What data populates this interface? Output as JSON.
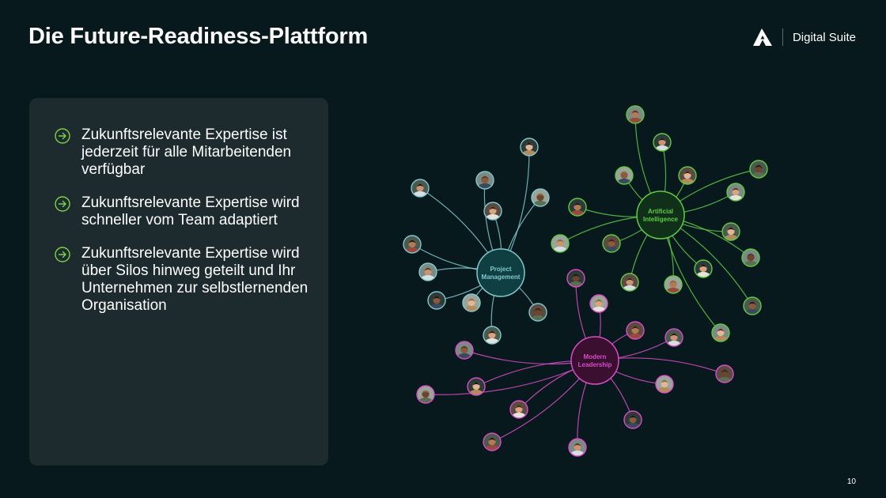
{
  "slide": {
    "title": "Die Future-Readiness-Plattform",
    "page_number": "10"
  },
  "brand": {
    "logo_icon": "triangle-a-logo-icon",
    "name": "Digital Suite"
  },
  "bullets": [
    {
      "icon": "arrow-right-circle-icon",
      "text": "Zukunftsrelevante Expertise ist jederzeit für alle Mitarbeitenden verfügbar"
    },
    {
      "icon": "arrow-right-circle-icon",
      "text": "Zukunftsrelevante Expertise wird schneller vom Team adaptiert"
    },
    {
      "icon": "arrow-right-circle-icon",
      "text": "Zukunftsrelevante Expertise wird über Silos hinweg geteilt und Ihr Unternehmen zur selbstlernenden Organisation"
    }
  ],
  "colors": {
    "background": "#07191c",
    "panel": "#1e2b2e",
    "accent_green": "#7ad24a",
    "pm_teal": "#7fc9cf",
    "ai_green": "#5ecb45",
    "ml_magenta": "#d94cc7"
  },
  "network": {
    "hubs": [
      {
        "id": "pm",
        "label_lines": [
          "Project",
          "Management"
        ],
        "color": "#7fc9cf",
        "fill": "#0f3f40"
      },
      {
        "id": "ai",
        "label_lines": [
          "Artificial",
          "Intelligence"
        ],
        "color": "#5ecb45",
        "fill": "#10301a"
      },
      {
        "id": "ml",
        "label_lines": [
          "Modern",
          "Leadership"
        ],
        "color": "#d94cc7",
        "fill": "#3a0f2f"
      }
    ]
  }
}
